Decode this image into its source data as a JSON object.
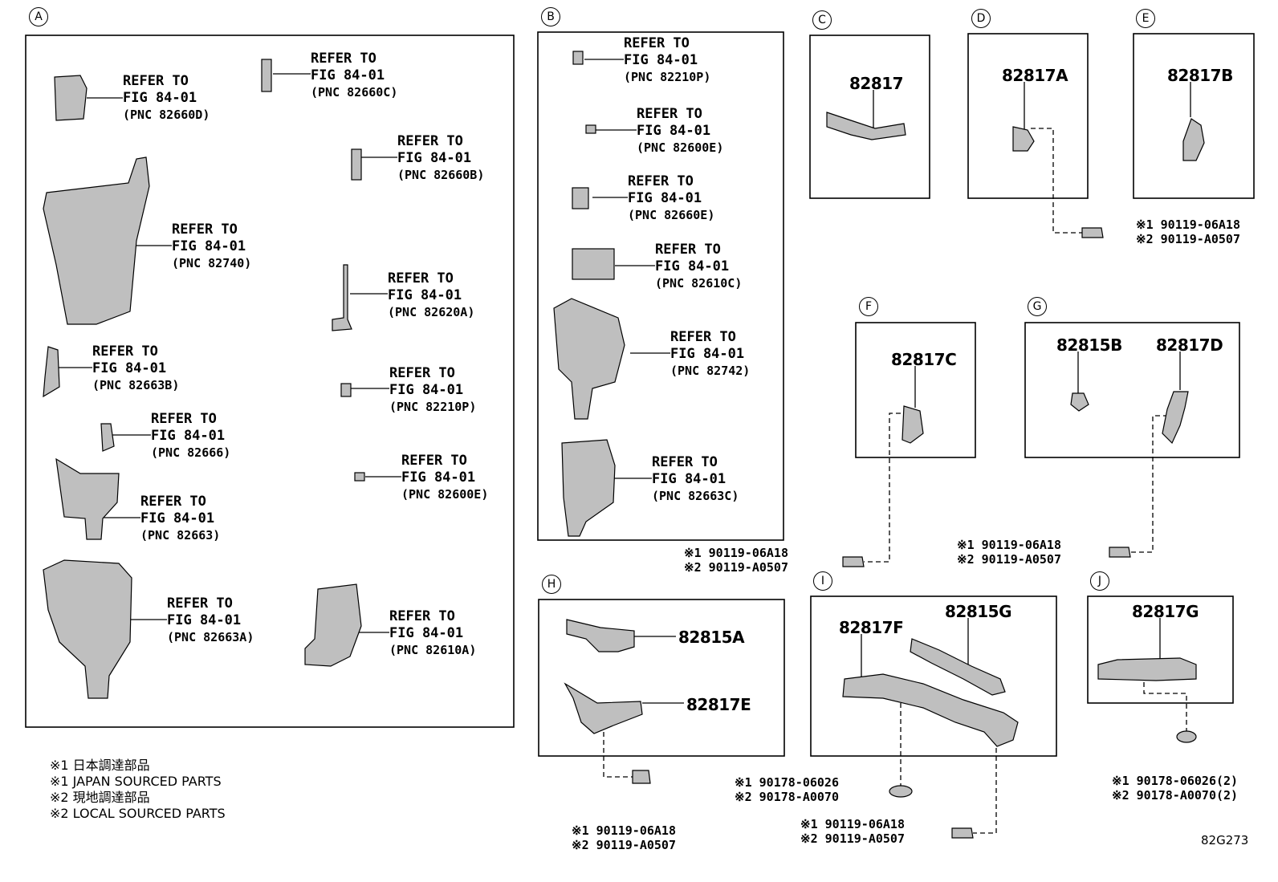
{
  "panels": {
    "a": "A",
    "b": "B",
    "c": "C",
    "d": "D",
    "e": "E",
    "f": "F",
    "g": "G",
    "h": "H",
    "i": "I",
    "j": "J"
  },
  "refer": {
    "line1": "REFER TO",
    "line2": "FIG 84-01"
  },
  "a_refs": [
    "(PNC 82660D)",
    "(PNC 82660C)",
    "(PNC 82660B)",
    "(PNC 82740)",
    "(PNC 82620A)",
    "(PNC 82663B)",
    "(PNC 82210P)",
    "(PNC 82666)",
    "(PNC 82600E)",
    "(PNC 82663)",
    "(PNC 82663A)",
    "(PNC 82610A)"
  ],
  "b_refs": [
    "(PNC 82210P)",
    "(PNC 82600E)",
    "(PNC 82660E)",
    "(PNC 82610C)",
    "(PNC 82742)",
    "(PNC 82663C)"
  ],
  "parts": {
    "c": "82817",
    "d": "82817A",
    "e": "82817B",
    "f": "82817C",
    "g1": "82815B",
    "g2": "82817D",
    "h1": "82815A",
    "h2": "82817E",
    "i1": "82817F",
    "i2": "82815G",
    "j": "82817G"
  },
  "bolts": {
    "bolt_06a18": "※1 90119-06A18",
    "bolt_a0507": "※2 90119-A0507",
    "clip_06026": "※1 90178-06026",
    "clip_a0070": "※2 90178-A0070",
    "clip_06026_2": "※1 90178-06026(2)",
    "clip_a0070_2": "※2 90178-A0070(2)"
  },
  "notes": [
    "※1 日本調達部品",
    "※1 JAPAN SOURCED PARTS",
    "※2 現地調達部品",
    "※2 LOCAL SOURCED PARTS"
  ],
  "diagram_code": "82G273"
}
